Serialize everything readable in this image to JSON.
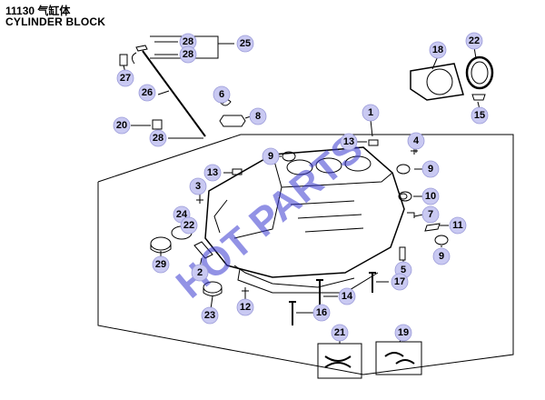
{
  "header": {
    "code": "11130 气缸体",
    "name": "CYLINDER BLOCK"
  },
  "watermark": "HOT PARTS",
  "colors": {
    "bubble": "#c9c9f2",
    "bubble_stroke": "#9a9ad8",
    "line": "#000000",
    "watermark": "#3a3ad0"
  },
  "callouts": [
    {
      "label": "28"
    },
    {
      "label": "28"
    },
    {
      "label": "25"
    },
    {
      "label": "27"
    },
    {
      "label": "26"
    },
    {
      "label": "6"
    },
    {
      "label": "8"
    },
    {
      "label": "20"
    },
    {
      "label": "28"
    },
    {
      "label": "18"
    },
    {
      "label": "22"
    },
    {
      "label": "15"
    },
    {
      "label": "1"
    },
    {
      "label": "13"
    },
    {
      "label": "4"
    },
    {
      "label": "9"
    },
    {
      "label": "9"
    },
    {
      "label": "13"
    },
    {
      "label": "3"
    },
    {
      "label": "10"
    },
    {
      "label": "7"
    },
    {
      "label": "24"
    },
    {
      "label": "22"
    },
    {
      "label": "11"
    },
    {
      "label": "9"
    },
    {
      "label": "29"
    },
    {
      "label": "2"
    },
    {
      "label": "5"
    },
    {
      "label": "17"
    },
    {
      "label": "14"
    },
    {
      "label": "12"
    },
    {
      "label": "23"
    },
    {
      "label": "16"
    },
    {
      "label": "21"
    },
    {
      "label": "19"
    }
  ]
}
